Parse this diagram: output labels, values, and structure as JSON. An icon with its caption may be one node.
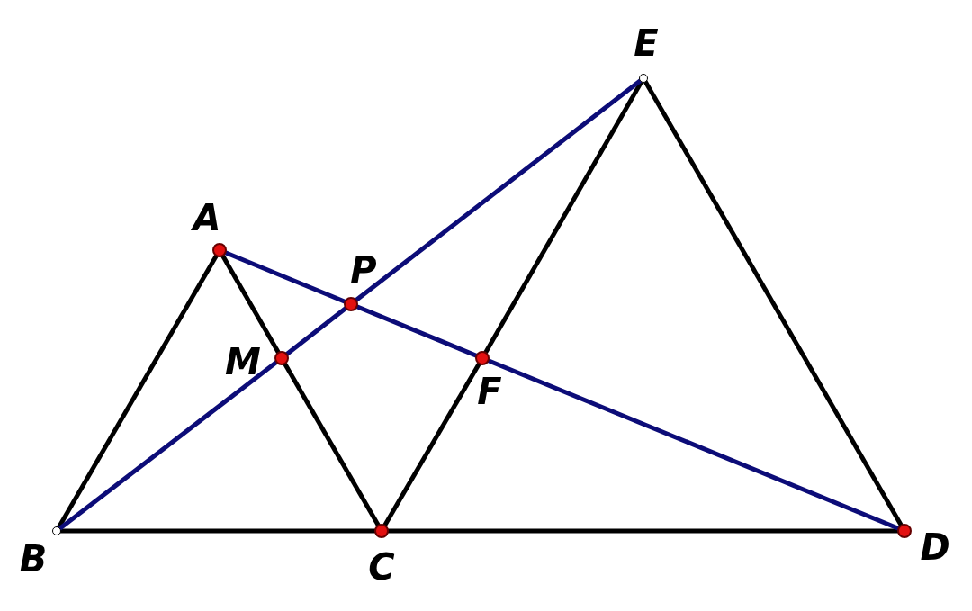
{
  "diagram": {
    "nodes": [
      {
        "text": [
          "E"
        ]
      },
      {
        "text": [
          "A"
        ]
      },
      {
        "text": [
          "P"
        ]
      },
      {
        "text": [
          "M"
        ]
      },
      {
        "text": [
          "F"
        ]
      },
      {
        "text": [
          "B"
        ]
      },
      {
        "text": [
          "C"
        ]
      },
      {
        "text": [
          "D"
        ]
      }
    ],
    "edges": [
      {
        "from": 1,
        "to": 5,
        "arrow": "none"
      },
      {
        "from": 1,
        "to": 3,
        "arrow": "none"
      },
      {
        "from": 3,
        "to": 6,
        "arrow": "none"
      },
      {
        "from": 5,
        "to": 6,
        "arrow": "none"
      },
      {
        "from": 6,
        "to": 7,
        "arrow": "none"
      },
      {
        "from": 6,
        "to": 4,
        "arrow": "none"
      },
      {
        "from": 4,
        "to": 0,
        "arrow": "none"
      },
      {
        "from": 0,
        "to": 7,
        "arrow": "none"
      },
      {
        "from": 5,
        "to": 3,
        "arrow": "none",
        "color": "#0c0c78"
      },
      {
        "from": 3,
        "to": 2,
        "arrow": "none",
        "color": "#0c0c78"
      },
      {
        "from": 2,
        "to": 0,
        "arrow": "none",
        "color": "#0c0c78"
      },
      {
        "from": 1,
        "to": 2,
        "arrow": "none",
        "color": "#0c0c78"
      },
      {
        "from": 2,
        "to": 4,
        "arrow": "none",
        "color": "#0c0c78"
      },
      {
        "from": 4,
        "to": 7,
        "arrow": "none",
        "color": "#0c0c78"
      }
    ]
  }
}
